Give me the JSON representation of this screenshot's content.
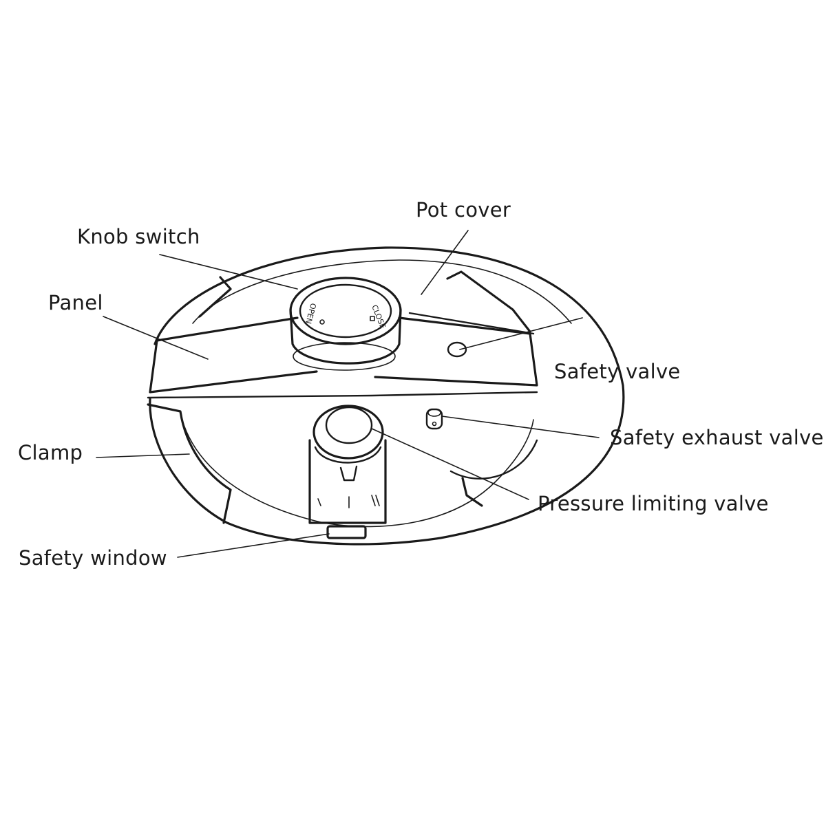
{
  "labels": {
    "pot_cover": "Pot cover",
    "knob_switch": "Knob switch",
    "panel": "Panel",
    "safety_valve": "Safety valve",
    "safety_exhaust_valve": "Safety exhaust valve",
    "clamp": "Clamp",
    "pressure_limiting_valve": "Pressure limiting valve",
    "safety_window": "Safety window"
  },
  "knob_markings": {
    "close": "CLOSE",
    "open": "OPEN"
  },
  "colors": {
    "line": "#1a1a1a",
    "background": "#ffffff"
  }
}
